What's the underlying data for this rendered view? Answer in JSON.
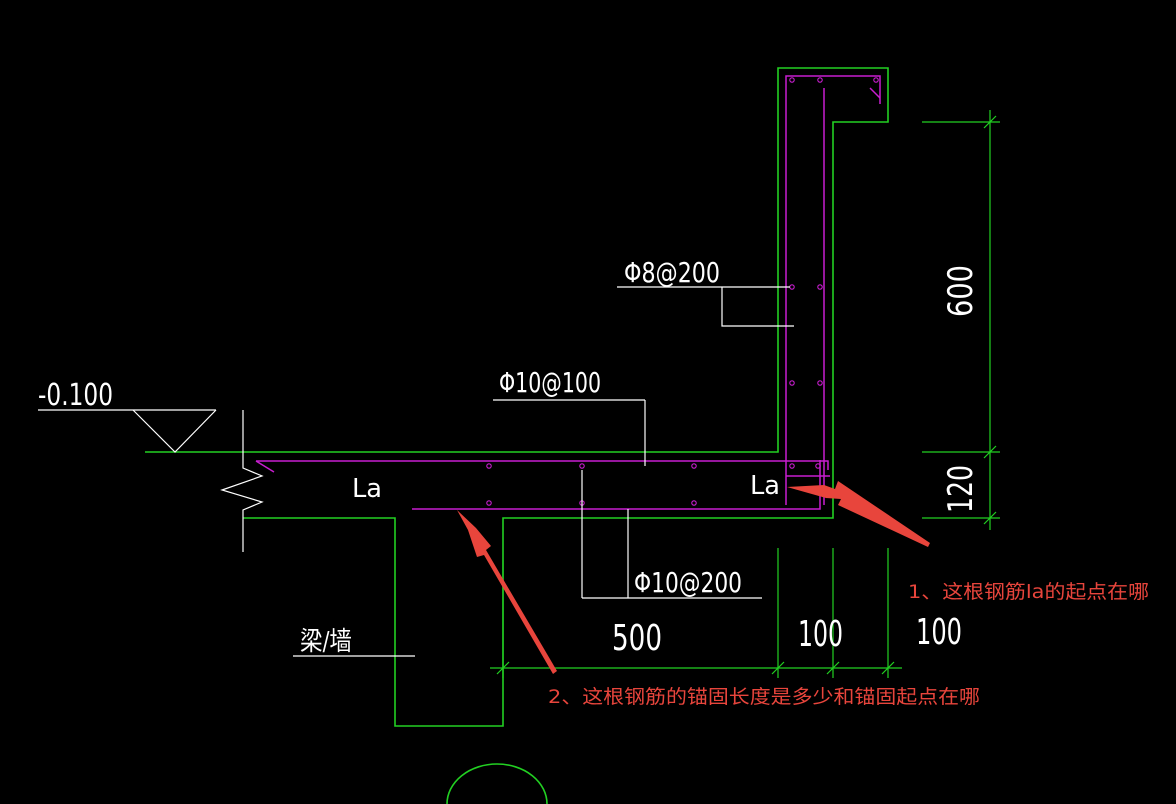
{
  "elevation": {
    "label": "-0.100"
  },
  "rebar_labels": {
    "wall_vertical": "Φ8@200",
    "slab_top": "Φ10@100",
    "slab_bottom": "Φ10@200"
  },
  "anchorage_labels": {
    "left": "La",
    "right": "La"
  },
  "support_label": "梁/墙",
  "dimensions": {
    "height_upper": "600",
    "height_lower": "120",
    "span_main": "500",
    "span_mid": "100",
    "span_right": "100"
  },
  "annotations": {
    "note1": "1、这根钢筋la的起点在哪",
    "note2": "2、这根钢筋的锚固长度是多少和锚固起点在哪"
  },
  "colors": {
    "concrete_outline": "#22d022",
    "rebar": "#c81ecf",
    "text": "#ffffff",
    "annotation": "#e8453c",
    "background": "#000000"
  }
}
